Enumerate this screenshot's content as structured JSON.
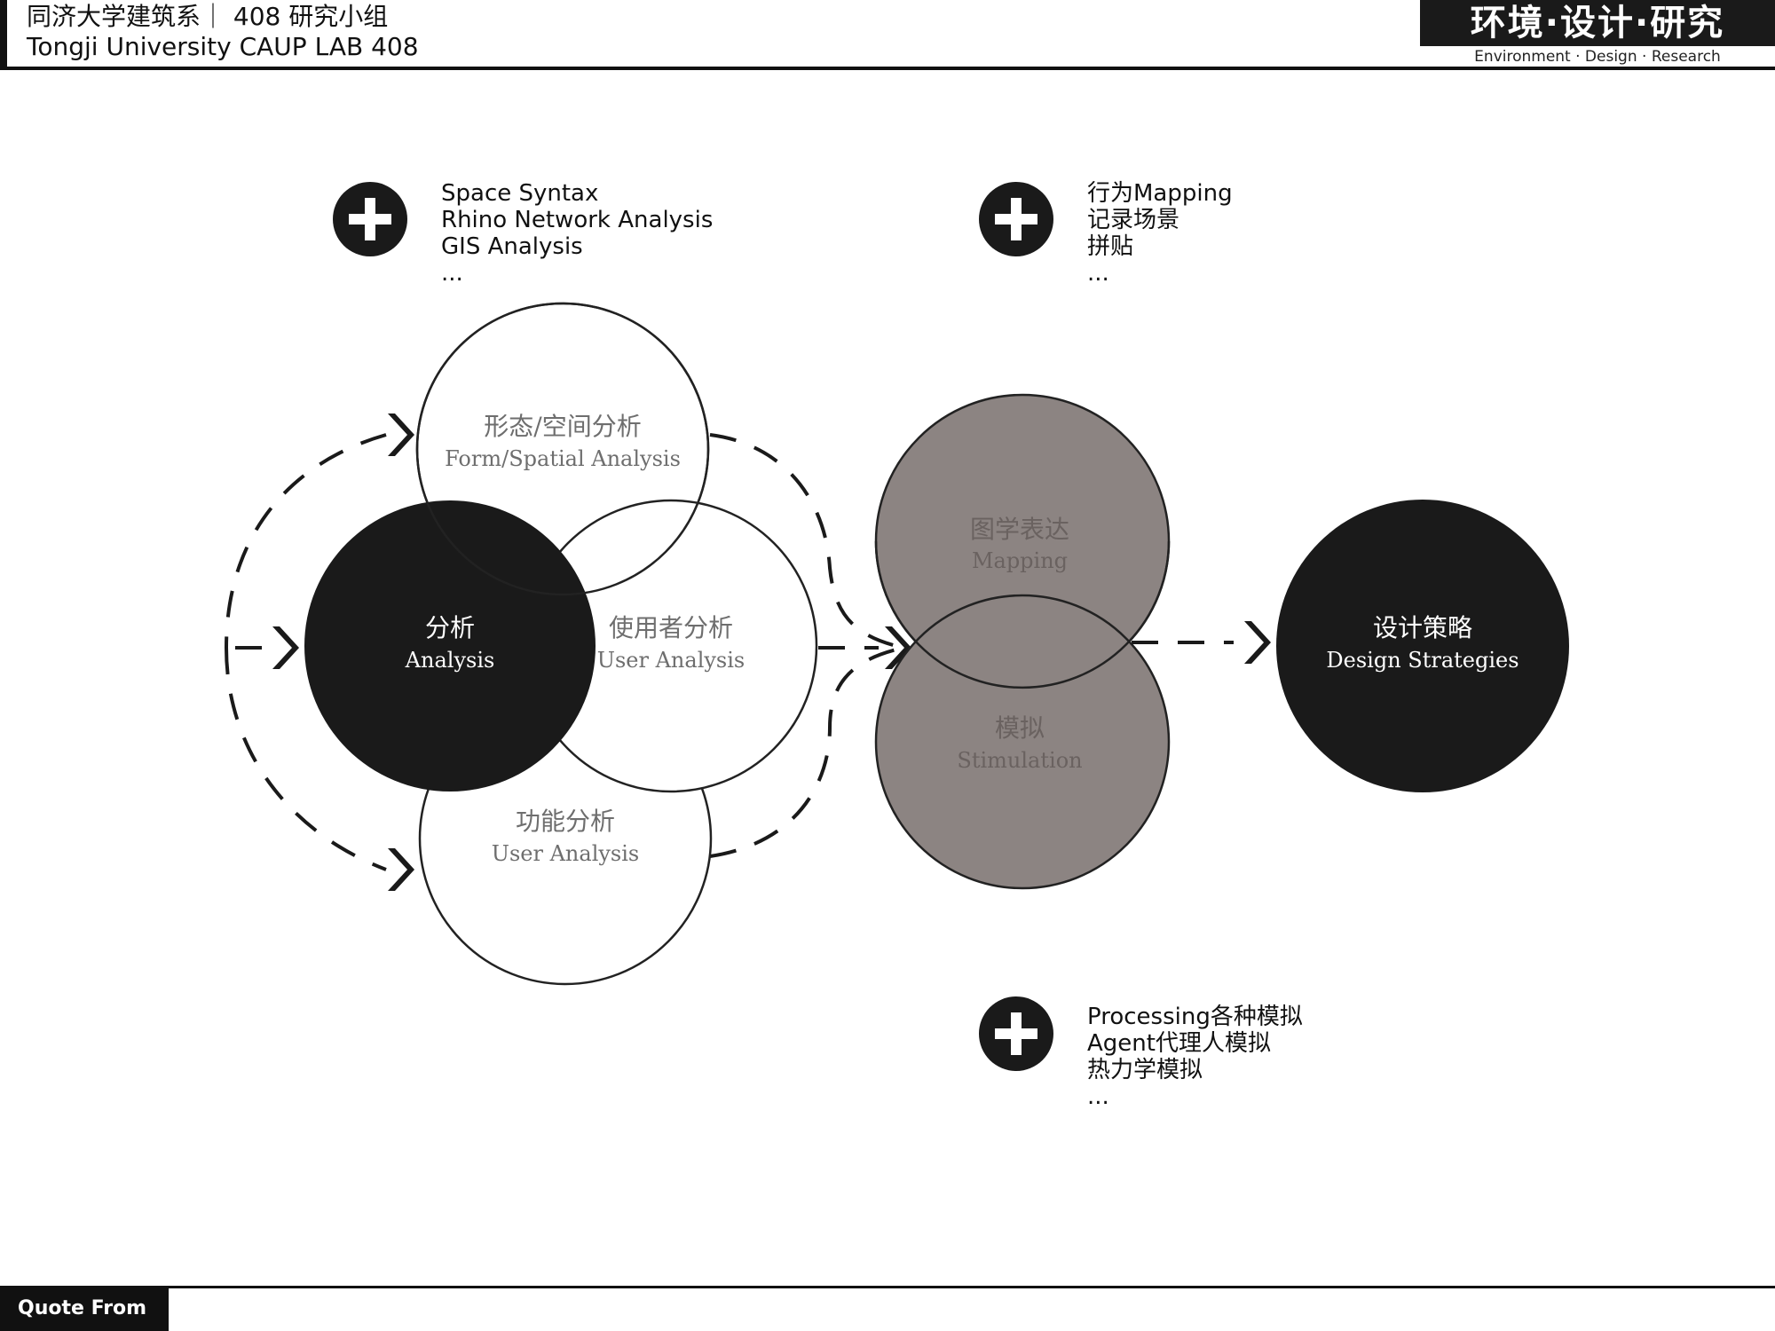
{
  "header": {
    "line1": "同济大学建筑系｜ 408 研究小组",
    "line2": "Tongji University CAUP  LAB 408"
  },
  "logo": {
    "title": "环境·设计·研究",
    "subtitle": "Environment · Design · Research"
  },
  "footer": {
    "tab_label": "Quote From"
  },
  "plus_groups": [
    {
      "items": [
        "Space Syntax",
        "Rhino Network Analysis",
        "GIS Analysis",
        "..."
      ]
    },
    {
      "items": [
        "行为Mapping",
        "记录场景",
        "拼贴",
        "..."
      ]
    },
    {
      "items": [
        "Processing各种模拟",
        "Agent代理人模拟",
        "热力学模拟",
        "..."
      ]
    }
  ],
  "nodes": {
    "form": {
      "zh": "形态/空间分析",
      "en": "Form/Spatial Analysis"
    },
    "analysis": {
      "zh": "分析",
      "en": "Analysis"
    },
    "user": {
      "zh": "使用者分析",
      "en": "User Analysis"
    },
    "function": {
      "zh": "功能分析",
      "en": "User Analysis"
    },
    "mapping": {
      "zh": "图学表达",
      "en": "Mapping"
    },
    "simulation": {
      "zh": "模拟",
      "en": "Stimulation"
    },
    "strategies": {
      "zh": "设计策略",
      "en": "Design Strategies"
    }
  },
  "colors": {
    "dark": "#1a1a1a",
    "gray_circle": "#8c8482",
    "gray_text": "#6a6260",
    "outline": "#222222"
  }
}
